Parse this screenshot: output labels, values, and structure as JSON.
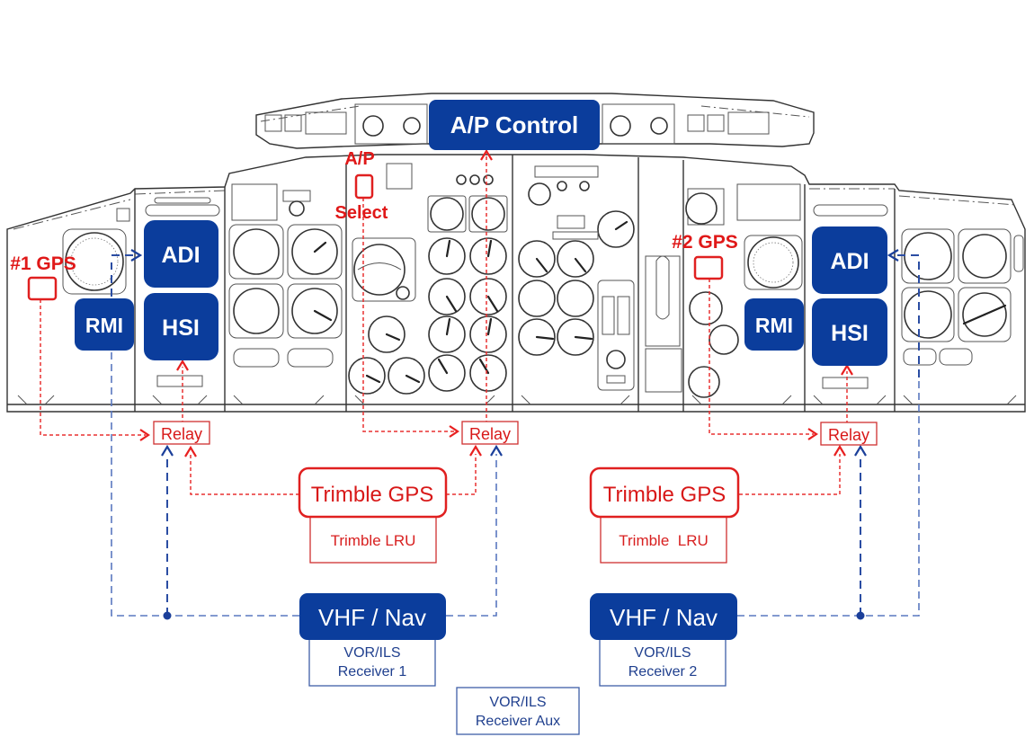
{
  "diagram": {
    "title": "Cockpit GPS / VHF Nav Integration",
    "colors": {
      "blue": "#0b3d9c",
      "red": "#e01818",
      "panel": "#333333"
    },
    "ap_control": {
      "label": "A/P Control"
    },
    "ap_select": {
      "line1": "A/P",
      "line2": "Select"
    },
    "gps1": {
      "label": "#1 GPS"
    },
    "gps2": {
      "label": "#2 GPS"
    },
    "left_instruments": {
      "adi": "ADI",
      "hsi": "HSI",
      "rmi": "RMI"
    },
    "right_instruments": {
      "adi": "ADI",
      "hsi": "HSI",
      "rmi": "RMI"
    },
    "relays": [
      {
        "label": "Relay"
      },
      {
        "label": "Relay"
      },
      {
        "label": "Relay"
      }
    ],
    "trimble_left": {
      "title": "Trimble GPS",
      "sub": "Trimble LRU"
    },
    "trimble_right": {
      "title": "Trimble GPS",
      "sub": "Trimble  LRU"
    },
    "vhf_left": {
      "title": "VHF / Nav",
      "sub_line1": "VOR/ILS",
      "sub_line2": "Receiver 1"
    },
    "vhf_right": {
      "title": "VHF / Nav",
      "sub_line1": "VOR/ILS",
      "sub_line2": "Receiver 2"
    },
    "receiver_aux": {
      "line1": "VOR/ILS",
      "line2": "Receiver Aux"
    }
  }
}
